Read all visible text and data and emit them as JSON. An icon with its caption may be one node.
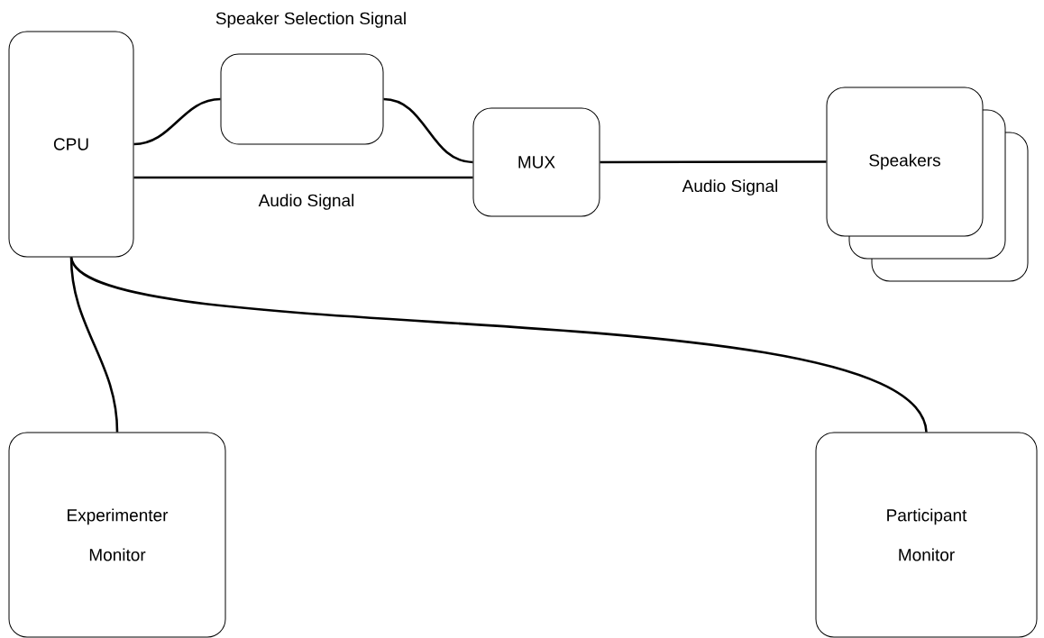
{
  "diagram": {
    "nodes": [
      {
        "text": [
          "CPU"
        ]
      },
      {
        "text": [],
        "shape": "box"
      },
      {
        "text": [
          "MUX"
        ]
      },
      {
        "text": [
          "Speakers"
        ]
      },
      {
        "text": [
          "Experimenter Monitor"
        ]
      },
      {
        "text": [
          "Participant Monitor"
        ]
      }
    ],
    "edges": [
      {
        "from": 0,
        "to": 1,
        "arrow": "none"
      },
      {
        "from": 1,
        "to": 2,
        "arrow": "none"
      },
      {
        "from": 0,
        "to": 2,
        "arrow": "none",
        "label": "Audio Signal"
      },
      {
        "from": 2,
        "to": 3,
        "arrow": "none",
        "label": "Audio Signal"
      },
      {
        "from": 0,
        "to": 4,
        "arrow": "none"
      },
      {
        "from": 0,
        "to": 5,
        "arrow": "none"
      }
    ],
    "labels": [
      "Speaker Selection Signal"
    ]
  }
}
